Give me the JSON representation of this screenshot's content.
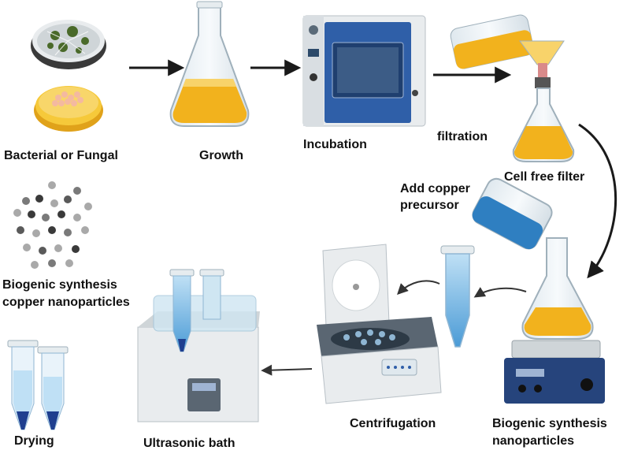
{
  "labels": {
    "bacterial": "Bacterial or Fungal",
    "growth": "Growth",
    "incubation": "Incubation",
    "filtration": "filtration",
    "cell_free": "Cell free filter",
    "add_copper_1": "Add copper",
    "add_copper_2": "precursor",
    "biogenic_cu_1": "Biogenic synthesis",
    "biogenic_cu_2": "copper nanoparticles",
    "biogenic_np_1": "Biogenic synthesis",
    "biogenic_np_2": "nanoparticles",
    "centrifugation": "Centrifugation",
    "ultrasonic": "Ultrasonic  bath",
    "drying": "Drying"
  },
  "colors": {
    "culture": "#f2b21d",
    "culture_light": "#f8d36a",
    "precursor": "#2f7fc1",
    "incubator": "#2f5fa8",
    "arrow": "#1a1a1a",
    "nanoparticle_dark": "#3a3a3a",
    "nanoparticle_light": "#a9a9a9"
  }
}
